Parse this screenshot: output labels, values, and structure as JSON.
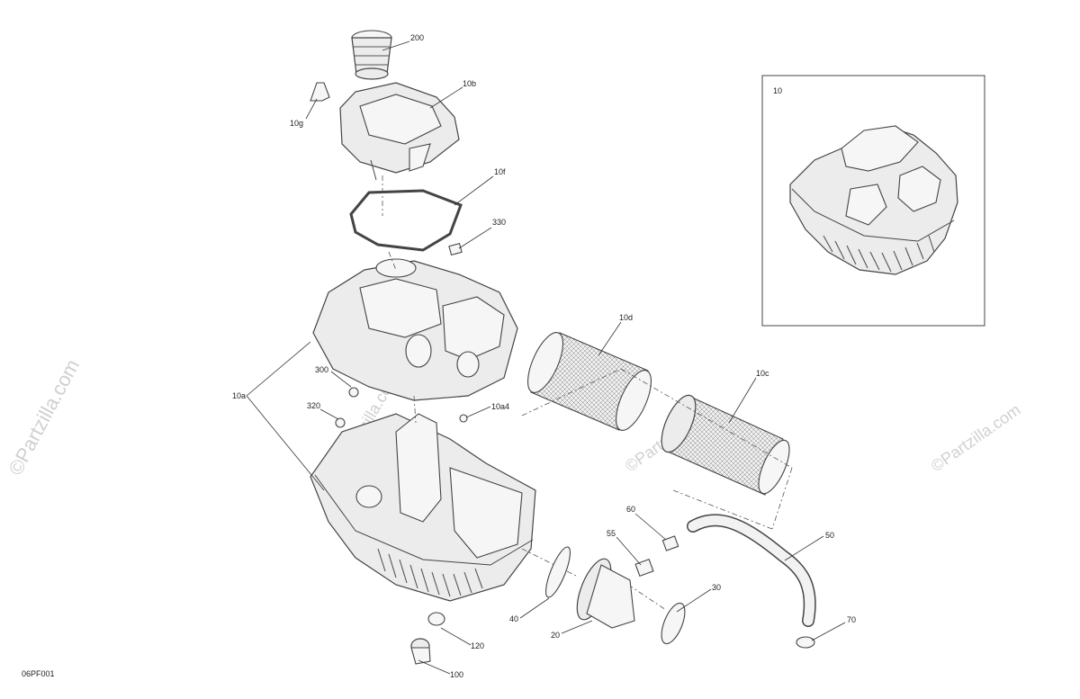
{
  "diagram_code": "06PF001",
  "watermark": "©Partzilla.com",
  "inset_label": "10",
  "callouts": [
    {
      "id": "200",
      "text": "200"
    },
    {
      "id": "10b",
      "text": "10b"
    },
    {
      "id": "10g",
      "text": "10g"
    },
    {
      "id": "10f",
      "text": "10f"
    },
    {
      "id": "330",
      "text": "330"
    },
    {
      "id": "10a",
      "text": "10a"
    },
    {
      "id": "300",
      "text": "300"
    },
    {
      "id": "320",
      "text": "320"
    },
    {
      "id": "10a4",
      "text": "10a4"
    },
    {
      "id": "10d",
      "text": "10d"
    },
    {
      "id": "10c",
      "text": "10c"
    },
    {
      "id": "60",
      "text": "60"
    },
    {
      "id": "55",
      "text": "55"
    },
    {
      "id": "50",
      "text": "50"
    },
    {
      "id": "30",
      "text": "30"
    },
    {
      "id": "40",
      "text": "40"
    },
    {
      "id": "20",
      "text": "20"
    },
    {
      "id": "70",
      "text": "70"
    },
    {
      "id": "120",
      "text": "120"
    },
    {
      "id": "100",
      "text": "100"
    }
  ]
}
